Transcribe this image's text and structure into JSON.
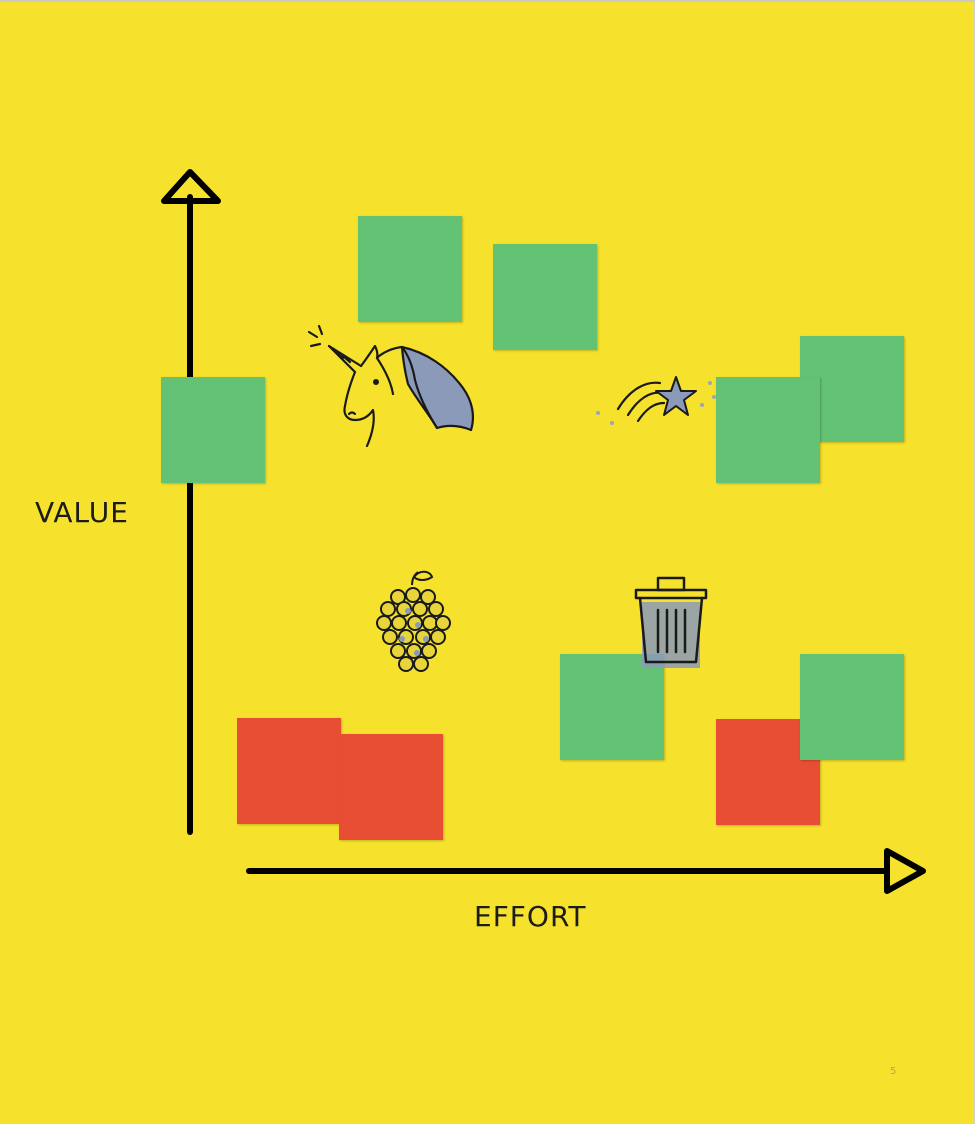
{
  "board": {
    "background_color": "#f6e22c",
    "axis_color": "#000000"
  },
  "labels": {
    "y_axis": "VALUE",
    "x_axis": "EFFORT"
  },
  "page_number": "5",
  "note_colors": {
    "green": "#64c274",
    "red": "#e84e33"
  },
  "notes": [
    {
      "color": "green"
    },
    {
      "color": "green"
    },
    {
      "color": "green"
    },
    {
      "color": "green"
    },
    {
      "color": "green"
    },
    {
      "color": "green"
    },
    {
      "color": "green"
    },
    {
      "color": "red"
    },
    {
      "color": "red"
    },
    {
      "color": "red"
    }
  ],
  "icons": [
    "unicorn-icon",
    "shooting-star-icon",
    "grapes-icon",
    "trash-can-icon"
  ],
  "icon_colors": {
    "line": "#1a1a1a",
    "fill": "#8b9ab8"
  }
}
